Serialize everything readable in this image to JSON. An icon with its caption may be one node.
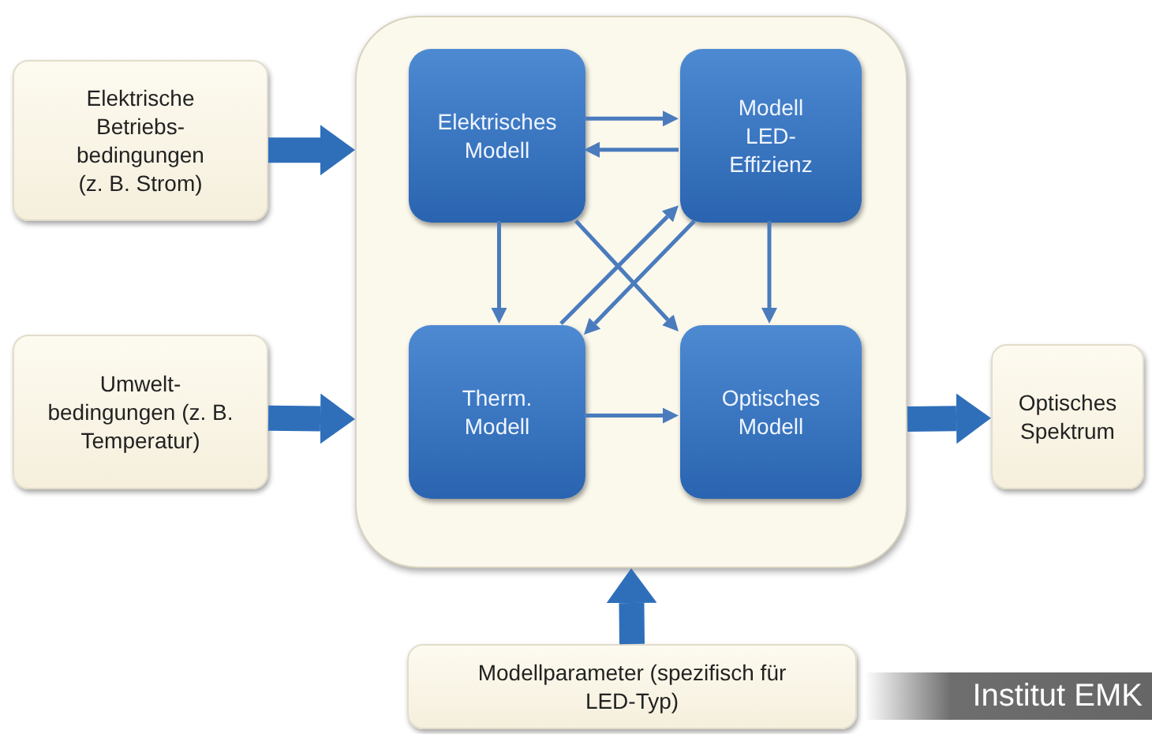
{
  "diagram": {
    "nodes": [
      {
        "text": [
          "Elektrische Betriebs- bedingungen (z. B. Strom)"
        ]
      },
      {
        "text": [
          "Umwelt- bedingungen (z. B. Temperatur)"
        ]
      },
      {
        "text": [],
        "shape": "box"
      },
      {
        "text": [
          "Elektrisches Modell"
        ],
        "in": 2
      },
      {
        "text": [
          "Modell LED- Effizienz"
        ],
        "in": 2
      },
      {
        "text": [
          "Therm. Modell"
        ],
        "in": 2
      },
      {
        "text": [
          "Optisches Modell"
        ],
        "in": 2
      },
      {
        "text": [
          "Optisches Spektrum"
        ]
      },
      {
        "text": [
          "Modellparameter (spezifisch für LED-Typ)"
        ]
      }
    ],
    "edges": [
      {
        "from": 0,
        "to": 2,
        "arrow": "to",
        "style": "thick"
      },
      {
        "from": 1,
        "to": 2,
        "arrow": "to",
        "style": "thick"
      },
      {
        "from": 2,
        "to": 7,
        "arrow": "to",
        "style": "thick"
      },
      {
        "from": 8,
        "to": 2,
        "arrow": "to",
        "style": "thick"
      },
      {
        "from": 3,
        "to": 4,
        "arrow": "to"
      },
      {
        "from": 4,
        "to": 3,
        "arrow": "to"
      },
      {
        "from": 3,
        "to": 5,
        "arrow": "to"
      },
      {
        "from": 4,
        "to": 6,
        "arrow": "to"
      },
      {
        "from": 5,
        "to": 6,
        "arrow": "to"
      },
      {
        "from": 3,
        "to": 6,
        "arrow": "to"
      },
      {
        "from": 5,
        "to": 4,
        "arrow": "to"
      },
      {
        "from": 4,
        "to": 5,
        "arrow": "to"
      }
    ],
    "labels": [
      "Institut EMK"
    ]
  }
}
